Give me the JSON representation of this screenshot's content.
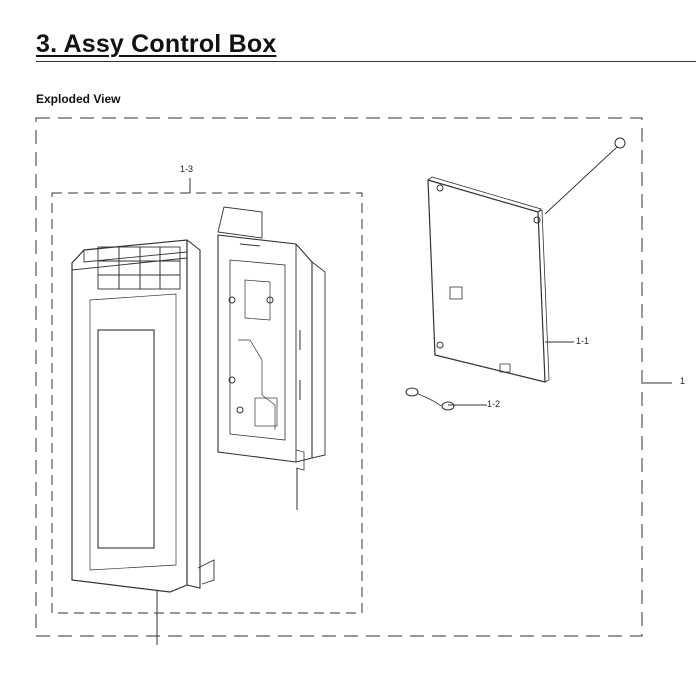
{
  "header": {
    "title": "3.  Assy Control Box",
    "subtitle": "Exploded View"
  },
  "callouts": {
    "assembly": "1",
    "pcb": "1-1",
    "wire": "1-2",
    "panel_group": "1-3"
  },
  "colors": {
    "ink": "#222222",
    "line": "#333333"
  }
}
